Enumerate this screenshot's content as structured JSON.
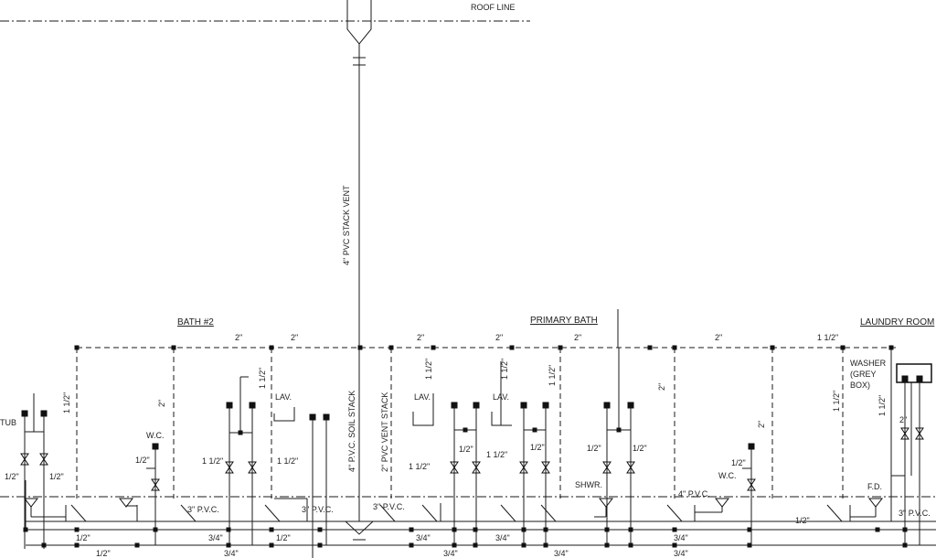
{
  "labels": {
    "increaser": "INCREASER",
    "roof_line": "ROOF LINE",
    "stack_vent": "4\" PVC STACK VENT",
    "soil_stack": "4\" P.V.C. SOIL STACK",
    "vent_stack": "2\" PVC VENT STACK",
    "bath2": "BATH #2",
    "primary_bath": "PRIMARY BATH",
    "laundry": "LAUNDRY ROOM",
    "tub": "TUB",
    "wc": "W.C.",
    "lav": "LAV.",
    "shwr": "SHWR.",
    "washer_1": "WASHER",
    "washer_2": "(GREY",
    "washer_3": "BOX)",
    "fd": "F.D.",
    "pvc3": "3\" P.V.C.",
    "pvc4": "4\" P.V.C.",
    "in2": "2\"",
    "in1_5": "1 1/2\"",
    "in1_2": "1/2\"",
    "in3_4": "3/4\""
  },
  "colors": {
    "line": "#1a1a1a",
    "text": "#222222"
  }
}
